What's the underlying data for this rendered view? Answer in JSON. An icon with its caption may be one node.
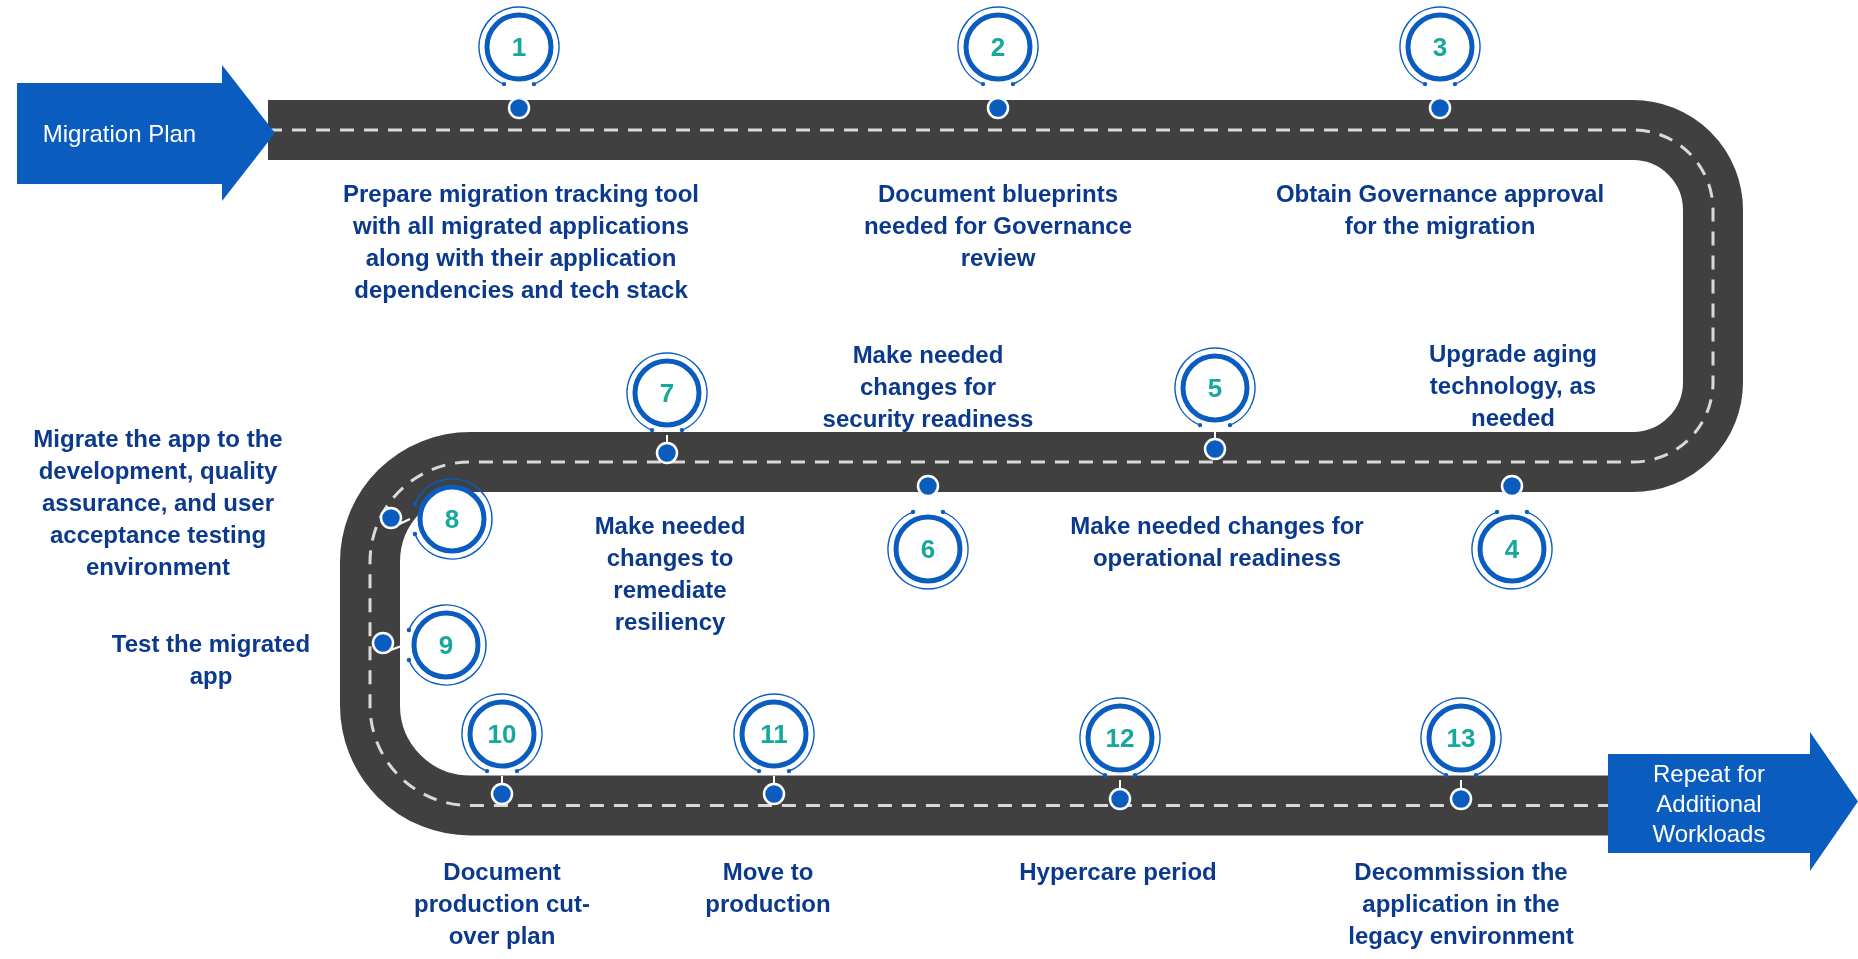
{
  "diagram": {
    "nodes": [
      {
        "text": [
          "Migration Plan"
        ]
      },
      {
        "text": [
          "1"
        ]
      },
      {
        "text": [
          "2"
        ]
      },
      {
        "text": [
          "3"
        ]
      },
      {
        "text": [
          "4"
        ]
      },
      {
        "text": [
          "5"
        ]
      },
      {
        "text": [
          "6"
        ]
      },
      {
        "text": [
          "7"
        ]
      },
      {
        "text": [
          "8"
        ]
      },
      {
        "text": [
          "9"
        ]
      },
      {
        "text": [
          "10"
        ]
      },
      {
        "text": [
          "11"
        ]
      },
      {
        "text": [
          "12"
        ]
      },
      {
        "text": [
          "13"
        ]
      },
      {
        "text": [
          "Repeat for Additional Workloads"
        ]
      }
    ],
    "edges": [
      {
        "from": 0,
        "to": 14,
        "arrow": "none"
      }
    ],
    "labels": [
      "Prepare migration tracking tool with all migrated applications along with their application dependencies and tech stack",
      "Document blueprints needed for Governance review",
      "Obtain Governance approval for the migration",
      "Make needed changes for security readiness",
      "Upgrade aging technology, as needed",
      "Migrate the app to the development, quality assurance, and user acceptance testing environment",
      "Make needed changes to remediate resiliency",
      "Make needed changes for operational readiness",
      "Test the migrated app",
      "Document production cut-over plan",
      "Move to production",
      "Hypercare period",
      "Decommission the application in the legacy environment"
    ]
  }
}
